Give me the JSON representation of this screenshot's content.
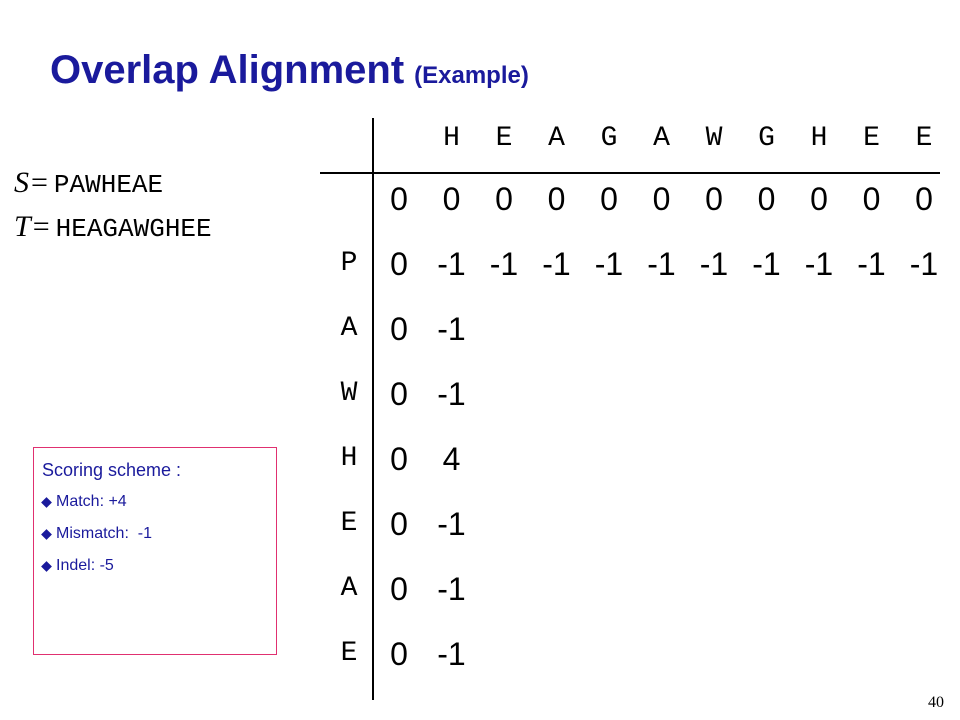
{
  "title": {
    "main": "Overlap Alignment",
    "sub": "(Example)"
  },
  "sequences": {
    "s": {
      "var": "S",
      "eq": "=",
      "seq": "PAWHEAE"
    },
    "t": {
      "var": "T",
      "eq": "=",
      "seq": "HEAGAWGHEE"
    }
  },
  "matrix": {
    "col_headers": [
      "H",
      "E",
      "A",
      "G",
      "A",
      "W",
      "G",
      "H",
      "E",
      "E"
    ],
    "row_headers": [
      "P",
      "A",
      "W",
      "H",
      "E",
      "A",
      "E"
    ],
    "rows": [
      [
        "0",
        "0",
        "0",
        "0",
        "0",
        "0",
        "0",
        "0",
        "0",
        "0",
        "0"
      ],
      [
        "0",
        "-1",
        "-1",
        "-1",
        "-1",
        "-1",
        "-1",
        "-1",
        "-1",
        "-1",
        "-1"
      ],
      [
        "0",
        "-1"
      ],
      [
        "0",
        "-1"
      ],
      [
        "0",
        "4"
      ],
      [
        "0",
        "-1"
      ],
      [
        "0",
        "-1"
      ],
      [
        "0",
        "-1"
      ]
    ]
  },
  "scoring": {
    "title": "Scoring scheme :",
    "items": [
      "Match: +4",
      "Mismatch:  -1",
      "Indel: -5"
    ]
  },
  "page_number": "40"
}
